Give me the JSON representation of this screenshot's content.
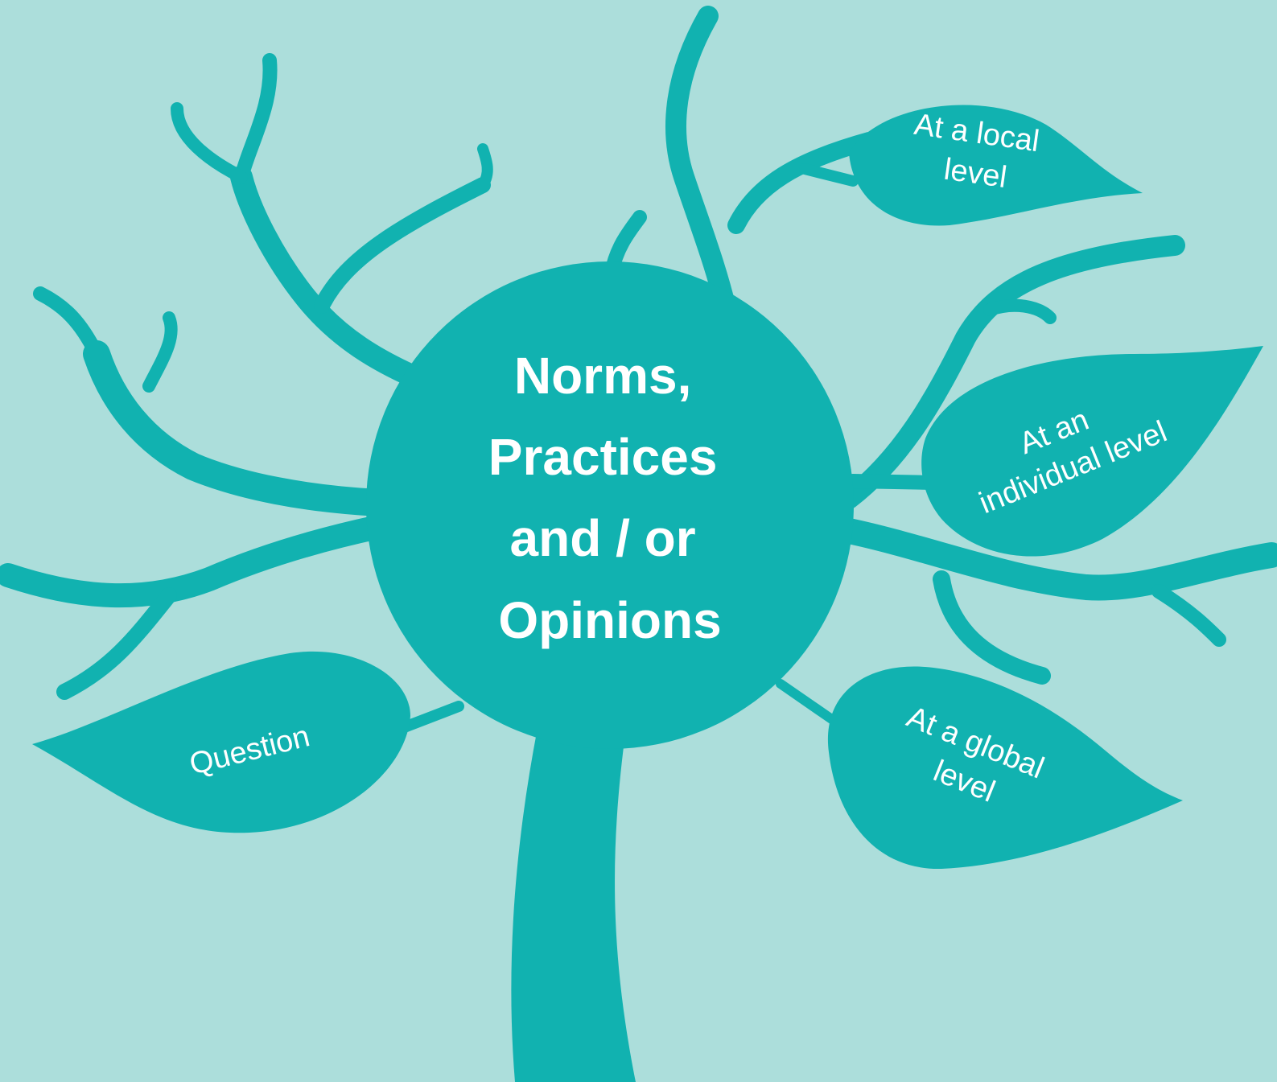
{
  "colors": {
    "background": "#acdedb",
    "tree": "#11b2b0",
    "text": "#ffffff"
  },
  "center": {
    "lines": [
      "Norms,",
      "Practices",
      "and / or",
      "Opinions"
    ]
  },
  "leaves": {
    "local": {
      "lines": [
        "At a local",
        "level"
      ]
    },
    "individual": {
      "lines": [
        "At an",
        "individual level"
      ]
    },
    "global": {
      "lines": [
        "At a global",
        "level"
      ]
    },
    "question": {
      "lines": [
        "Question"
      ]
    }
  }
}
